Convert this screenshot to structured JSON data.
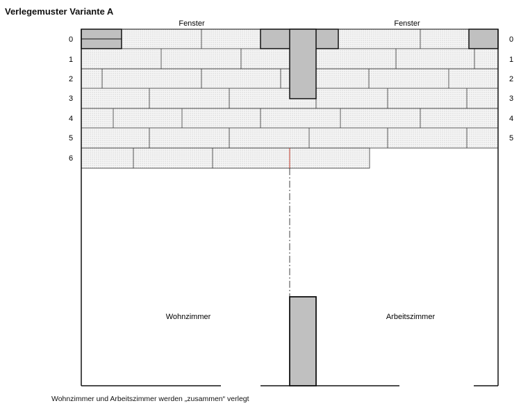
{
  "title": "Verlegemuster Variante A",
  "window_labels": [
    "Fenster",
    "Fenster"
  ],
  "row_labels": [
    "0",
    "1",
    "2",
    "3",
    "4",
    "5",
    "6"
  ],
  "rooms": [
    "Wohnzimmer",
    "Arbeitszimmer"
  ],
  "footer": "Wohnzimmer und Arbeitszimmer werden „zusammen“ verlegt",
  "colors": {
    "outline": "#111111",
    "brick_fill": "#f4f4f4",
    "pillar_fill": "#c0c0c0",
    "seam_line": "#c0392b"
  }
}
